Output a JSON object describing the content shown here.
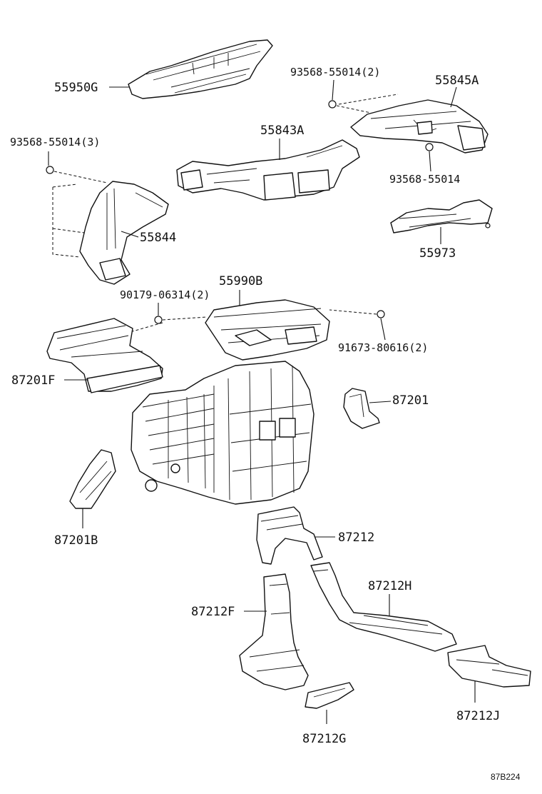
{
  "labels": {
    "p55950G": "55950G",
    "p93568_2": "93568-55014(2)",
    "p55845A": "55845A",
    "p93568_3": "93568-55014(3)",
    "p55843A": "55843A",
    "p93568_1": "93568-55014",
    "p55844": "55844",
    "p55973": "55973",
    "p55990B": "55990B",
    "p90179": "90179-06314(2)",
    "p91673": "91673-80616(2)",
    "p87201F": "87201F",
    "p87201": "87201",
    "p87201B": "87201B",
    "p87212": "87212",
    "p87212H": "87212H",
    "p87212F": "87212F",
    "p87212J": "87212J",
    "p87212G": "87212G"
  },
  "reference_code": "87B224"
}
